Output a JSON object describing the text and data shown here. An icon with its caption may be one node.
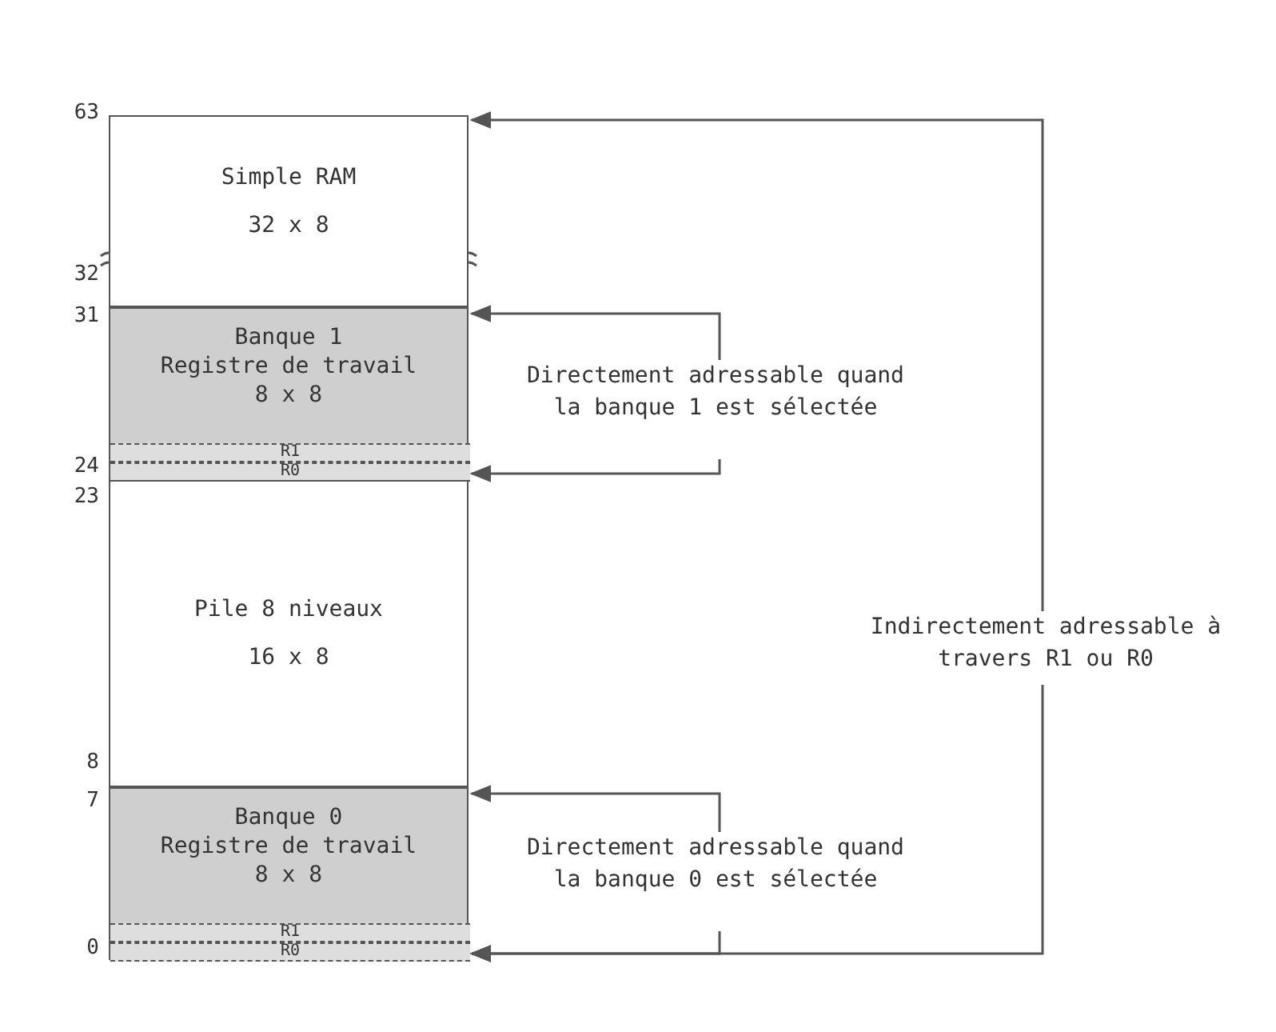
{
  "diagram": {
    "nodes": [
      {
        "text": [
          "Simple RAM",
          "32 x 8"
        ]
      },
      {
        "text": [
          "Banque 1",
          "Registre de travail",
          "8 x 8"
        ]
      },
      {
        "text": [
          "R1"
        ],
        "in": 1
      },
      {
        "text": [
          "R0"
        ],
        "in": 1
      },
      {
        "text": [
          "Pile 8 niveaux",
          "16 x 8"
        ]
      },
      {
        "text": [
          "Banque 0",
          "Registre de travail",
          "8 x 8"
        ]
      },
      {
        "text": [
          "R1"
        ],
        "in": 5
      },
      {
        "text": [
          "R0"
        ],
        "in": 5
      },
      {
        "text": [
          "Directement adressable quand la banque 1 est sélectée"
        ]
      },
      {
        "text": [
          "Indirectement adressable à travers R1 ou R0"
        ]
      },
      {
        "text": [
          "Directement adressable quand la banque 0 est sélectée"
        ]
      }
    ],
    "edges": [
      {
        "from": 9,
        "to": 0,
        "arrow": "to"
      },
      {
        "from": 8,
        "to": 1,
        "arrow": "to"
      },
      {
        "from": 8,
        "to": 1,
        "arrow": "to"
      },
      {
        "from": 9,
        "to": 5,
        "arrow": "to"
      },
      {
        "from": 10,
        "to": 5,
        "arrow": "to"
      },
      {
        "from": 10,
        "to": 5,
        "arrow": "to"
      }
    ],
    "labels": [
      "63",
      "32",
      "31",
      "24",
      "23",
      "8",
      "7",
      "0"
    ]
  }
}
